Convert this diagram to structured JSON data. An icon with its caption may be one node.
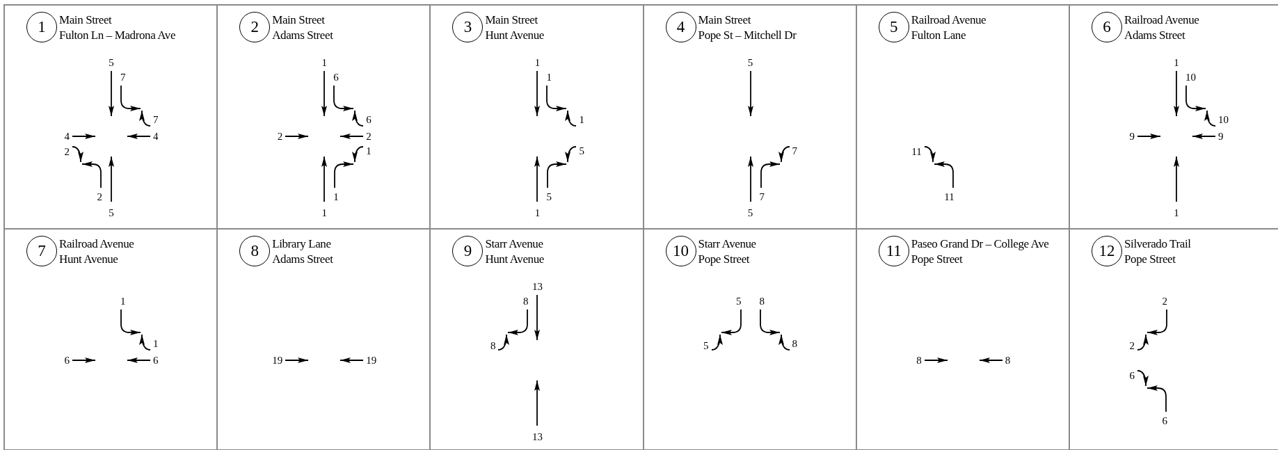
{
  "diagram": {
    "nodes": [
      {
        "text": [
          "Main Street",
          "Fulton Ln – Madrona Ave"
        ]
      },
      {
        "text": [
          "1"
        ],
        "in": 0
      },
      {
        "text": [
          "Main Street",
          "Adams Street"
        ]
      },
      {
        "text": [
          "2"
        ],
        "in": 2
      },
      {
        "text": [
          "Main Street",
          "Hunt Avenue"
        ]
      },
      {
        "text": [
          "3"
        ],
        "in": 4
      },
      {
        "text": [
          "Main Street",
          "Pope St – Mitchell Dr"
        ]
      },
      {
        "text": [
          "4"
        ],
        "in": 6
      },
      {
        "text": [
          "Railroad Avenue",
          "Fulton Lane"
        ]
      },
      {
        "text": [
          "5"
        ],
        "in": 8
      },
      {
        "text": [
          "Railroad Avenue",
          "Adams Street"
        ]
      },
      {
        "text": [
          "6"
        ],
        "in": 10
      },
      {
        "text": [
          "Railroad Avenue",
          "Hunt Avenue"
        ]
      },
      {
        "text": [
          "7"
        ],
        "in": 12
      },
      {
        "text": [
          "Library Lane",
          "Adams Street"
        ]
      },
      {
        "text": [
          "8"
        ],
        "in": 14
      },
      {
        "text": [
          "Starr Avenue",
          "Hunt Avenue"
        ]
      },
      {
        "text": [
          "9"
        ],
        "in": 16
      },
      {
        "text": [
          "Starr Avenue",
          "Pope Street"
        ]
      },
      {
        "text": [
          "10"
        ],
        "in": 18
      },
      {
        "text": [
          "Paseo Grand Dr – College Ave",
          "Pope Street"
        ]
      },
      {
        "text": [
          "11"
        ],
        "in": 20
      },
      {
        "text": [
          "Silverado Trail",
          "Pope Street"
        ]
      },
      {
        "text": [
          "12"
        ],
        "in": 22
      }
    ],
    "labels": [
      "5",
      "7",
      "7",
      "4",
      "4",
      "2",
      "2",
      "5",
      "1",
      "6",
      "6",
      "2",
      "2",
      "1",
      "1",
      "1",
      "1",
      "1",
      "1",
      "5",
      "5",
      "1",
      "5",
      "7",
      "7",
      "5",
      "11",
      "11",
      "1",
      "10",
      "10",
      "9",
      "9",
      "1",
      "1",
      "1",
      "6",
      "6",
      "19",
      "19",
      "13",
      "8",
      "8",
      "13",
      "5",
      "8",
      "5",
      "8",
      "8",
      "8",
      "2",
      "2",
      "6",
      "6"
    ]
  }
}
